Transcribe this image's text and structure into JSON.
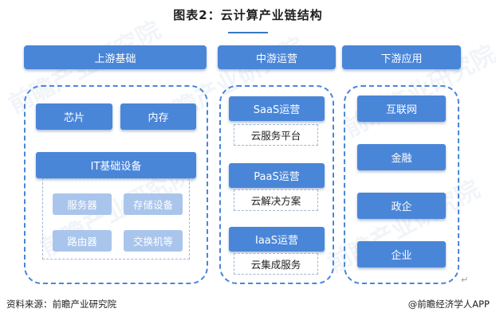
{
  "title": "图表2：云计算产业链结构",
  "headers": {
    "upstream": "上游基础",
    "midstream": "中游运营",
    "downstream": "下游应用"
  },
  "upstream": {
    "chip": "芯片",
    "memory": "内存",
    "it_equipment": "IT基础设备",
    "sub_items": [
      "服务器",
      "存储设备",
      "路由器",
      "交换机等"
    ]
  },
  "midstream": {
    "items": [
      {
        "name": "SaaS运营",
        "desc": "云服务平台"
      },
      {
        "name": "PaaS运营",
        "desc": "云解决方案"
      },
      {
        "name": "IaaS运营",
        "desc": "云集成服务"
      }
    ]
  },
  "downstream": {
    "items": [
      "互联网",
      "金融",
      "政企",
      "企业"
    ]
  },
  "footer": {
    "source": "资料来源：前瞻产业研究院",
    "brand": "@前瞻经济学人APP"
  },
  "colors": {
    "primary": "#4a86d8",
    "light": "#a9c5ec"
  }
}
